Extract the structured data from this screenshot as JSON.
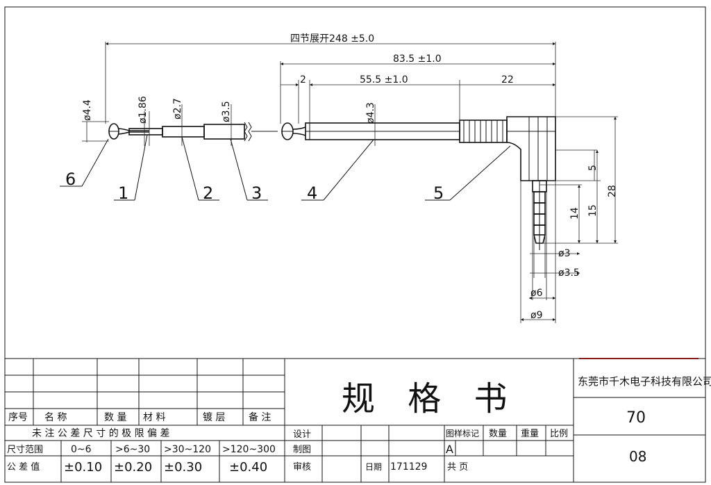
{
  "dimensions": {
    "total": "四节展开248 ±5.0",
    "handle": "83.5 ±1.0",
    "d_2": "2",
    "d_555": "55.5 ±1.0",
    "d_22": "22",
    "phi44": "ø4.4",
    "phi186": "ø1.86",
    "phi27": "ø2.7",
    "phi35": "ø3.5",
    "phi43": "ø4.3",
    "v5": "5",
    "v14": "14",
    "v15": "15",
    "v28": "28",
    "phi3": "ø3",
    "phi35b": "ø3.5",
    "phi6": "ø6",
    "phi9": "ø9"
  },
  "callouts": [
    "6",
    "1",
    "2",
    "3",
    "4",
    "5"
  ],
  "title_block": {
    "title": "规 格 书",
    "company": "东莞市千木电子科技有限公司",
    "code1": "70",
    "code2": "08",
    "header": {
      "seq": "序号",
      "name": "名  称",
      "qty": "数 量",
      "material": "材  料",
      "plating": "镀 层",
      "remark": "备 注"
    },
    "tolerance_title": "未 注 公 差 尺 寸 的 极 限 偏 差",
    "size_range_label": "尺寸范围",
    "tolerance_label": "公 差 值",
    "ranges": [
      "0~6",
      ">6~30",
      ">30~120",
      ">120~300"
    ],
    "tolerances": [
      "±0.10",
      "±0.20",
      "±0.30",
      "±0.40"
    ],
    "design": "设计",
    "drawn": "制图",
    "review": "审核",
    "mark_label": "图样标记",
    "qty_label": "数量",
    "weight_label": "重量",
    "scale_label": "比例",
    "mark_value": "A",
    "date_label": "日期",
    "date_value": "171129",
    "pages": "共  页"
  }
}
